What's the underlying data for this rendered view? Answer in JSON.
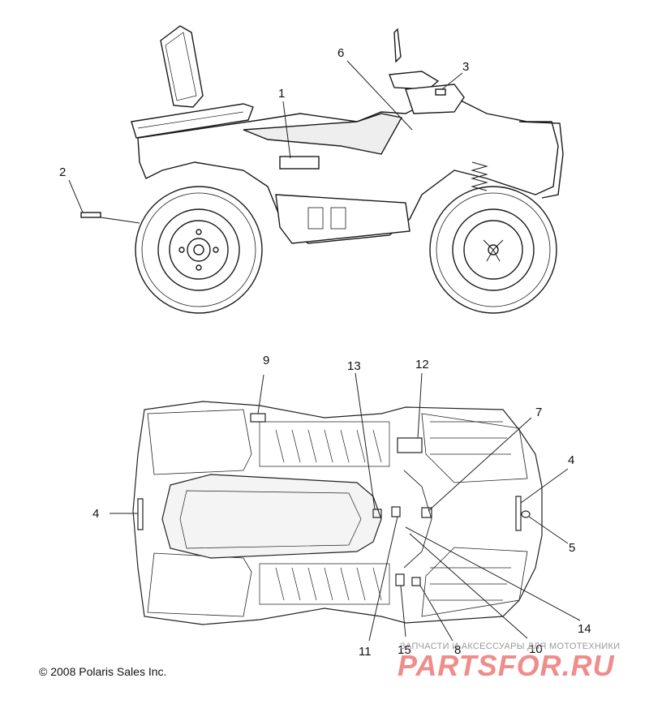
{
  "callouts": [
    "1",
    "2",
    "3",
    "4",
    "4",
    "5",
    "6",
    "7",
    "8",
    "9",
    "10",
    "11",
    "12",
    "13",
    "14",
    "15"
  ],
  "copyright": "© 2008 Polaris Sales Inc.",
  "watermark": {
    "tagline": "ЗАПЧАСТИ И АКСЕССУАРЫ ДЛЯ МОТОТЕХНИКИ",
    "logo": "PARTSFOR.RU"
  }
}
